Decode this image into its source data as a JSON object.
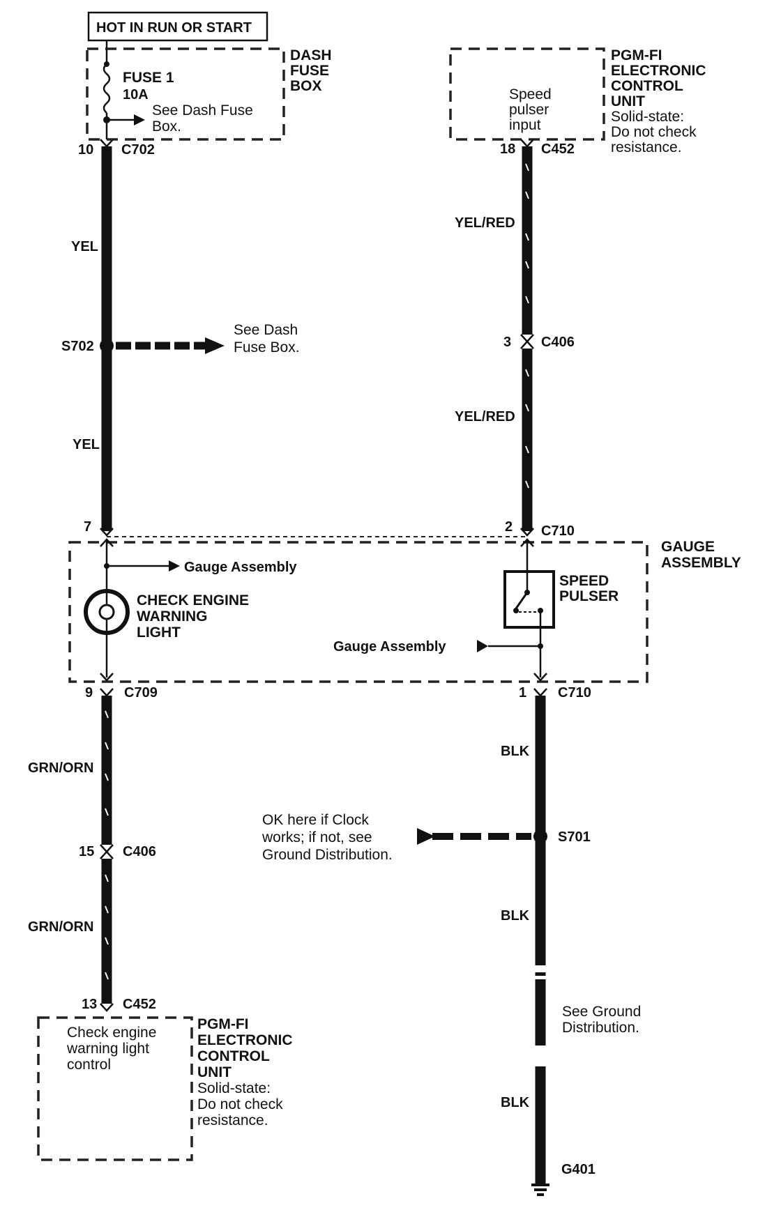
{
  "power": {
    "hot_in_run": "HOT IN RUN OR START"
  },
  "dash_fuse_box": {
    "title": [
      "DASH",
      "FUSE",
      "BOX"
    ],
    "fuse_name": "FUSE 1",
    "fuse_rating": "10A",
    "note": [
      "See Dash Fuse",
      "Box."
    ]
  },
  "ecu_top": {
    "title": [
      "PGM-FI",
      "ELECTRONIC",
      "CONTROL",
      "UNIT"
    ],
    "note": [
      "Solid-state:",
      "Do not check",
      "resistance."
    ],
    "inner": [
      "Speed",
      "pulser",
      "input"
    ]
  },
  "ecu_bottom": {
    "title": [
      "PGM-FI",
      "ELECTRONIC",
      "CONTROL",
      "UNIT"
    ],
    "note": [
      "Solid-state:",
      "Do not check",
      "resistance."
    ],
    "inner": [
      "Check engine",
      "warning light",
      "control"
    ]
  },
  "gauge_assembly": {
    "title": [
      "GAUGE",
      "ASSEMBLY"
    ],
    "ref_top": "Gauge Assembly",
    "ref_right": "Gauge Assembly",
    "lamp_label": [
      "CHECK ENGINE",
      "WARNING",
      "LIGHT"
    ],
    "pulser_label": [
      "SPEED",
      "PULSER"
    ]
  },
  "connectors": {
    "c702": {
      "pin": "10",
      "name": "C702"
    },
    "c452_top": {
      "pin": "18",
      "name": "C452"
    },
    "c406_right": {
      "pin": "3",
      "name": "C406"
    },
    "c710_top": {
      "pin": "2",
      "name": "C710"
    },
    "c_left_top": {
      "pin": "7"
    },
    "c709": {
      "pin": "9",
      "name": "C709"
    },
    "c710_bottom": {
      "pin": "1",
      "name": "C710"
    },
    "c406_left": {
      "pin": "15",
      "name": "C406"
    },
    "c452_bottom": {
      "pin": "13",
      "name": "C452"
    }
  },
  "splices": {
    "s702": {
      "name": "S702",
      "note": [
        "See Dash",
        "Fuse Box."
      ]
    },
    "s701": {
      "name": "S701",
      "note": [
        "OK here if Clock",
        "works; if not, see",
        "Ground Distribution."
      ]
    }
  },
  "wire_colors": {
    "yel_1": "YEL",
    "yel_2": "YEL",
    "yelred_1": "YEL/RED",
    "yelred_2": "YEL/RED",
    "grnorn_1": "GRN/ORN",
    "grnorn_2": "GRN/ORN",
    "blk_1": "BLK",
    "blk_2": "BLK",
    "blk_3": "BLK"
  },
  "ground": {
    "name": "G401",
    "note": [
      "See Ground",
      "Distribution."
    ]
  }
}
